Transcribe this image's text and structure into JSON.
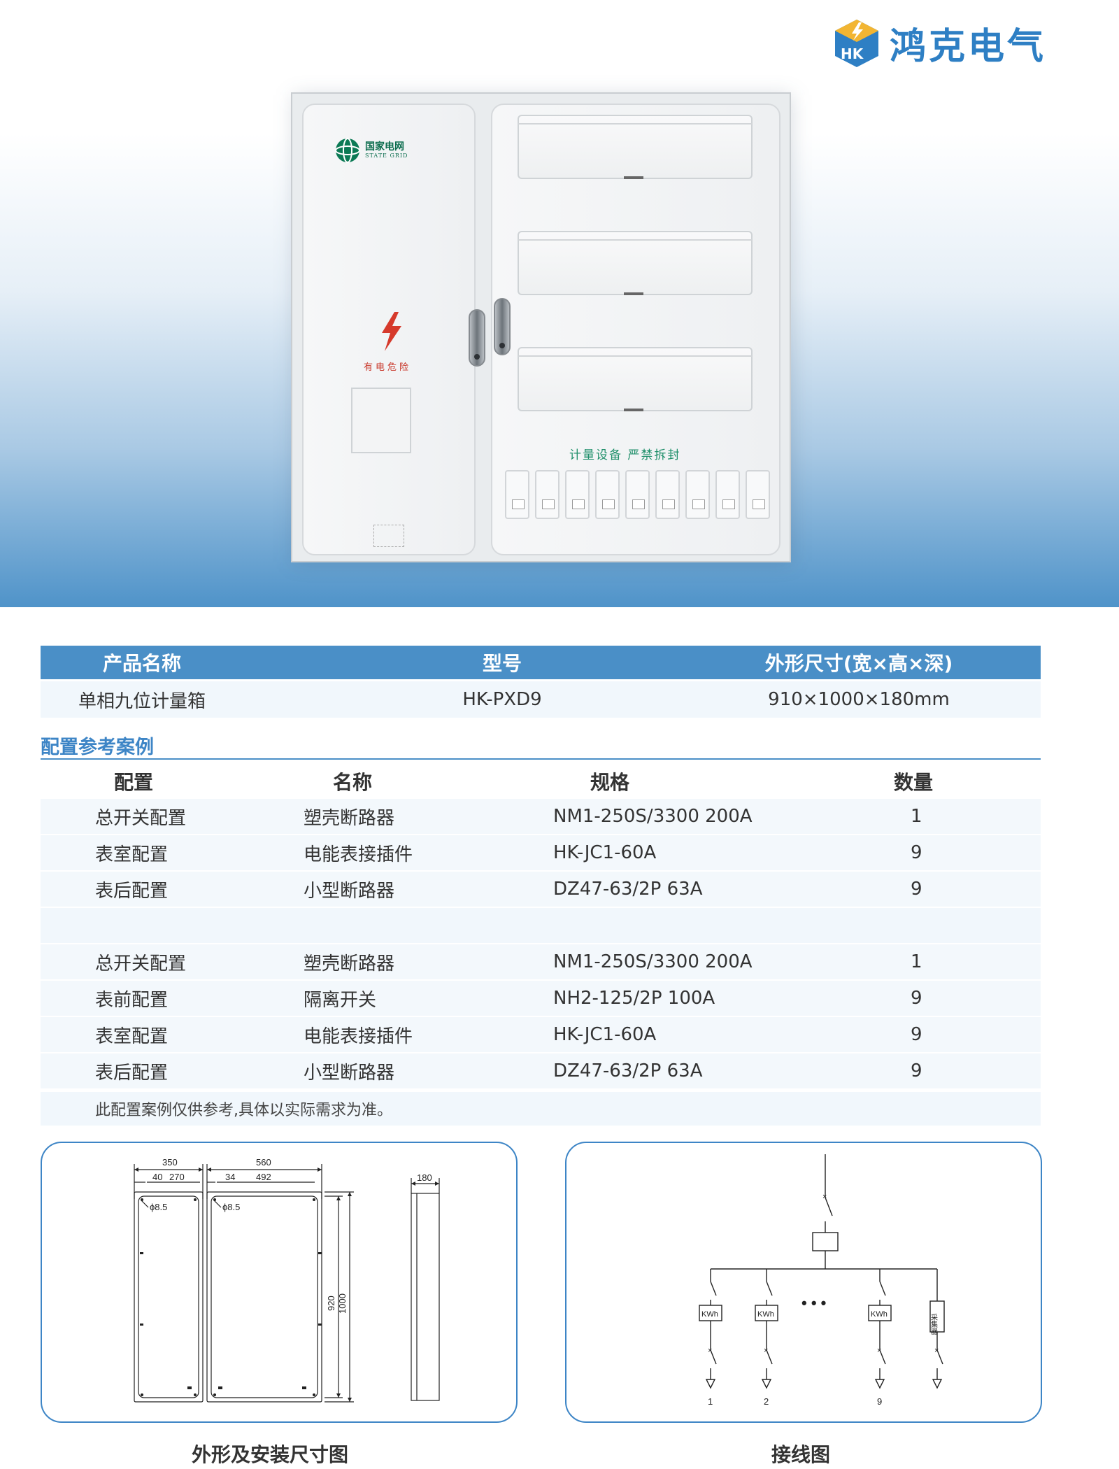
{
  "brand": {
    "name": "鸿克电气",
    "logo_letters": "HK",
    "color": "#2e7fc4"
  },
  "cabinet_labels": {
    "grid_cn": "国家电网",
    "grid_en": "STATE GRID",
    "danger": "有电危险",
    "seal": "计量设备 严禁拆封"
  },
  "product_table": {
    "headers": [
      "产品名称",
      "型号",
      "外形尺寸(宽×高×深)"
    ],
    "row": [
      "单相九位计量箱",
      "HK-PXD9",
      "910×1000×180mm"
    ]
  },
  "config": {
    "title": "配置参考案例",
    "headers": [
      "配置",
      "名称",
      "规格",
      "数量"
    ],
    "rows": [
      [
        "总开关配置",
        "塑壳断路器",
        "NM1-250S/3300 200A",
        "1"
      ],
      [
        "表室配置",
        "电能表接插件",
        "HK-JC1-60A",
        "9"
      ],
      [
        "表后配置",
        "小型断路器",
        "DZ47-63/2P 63A",
        "9"
      ],
      [
        "",
        "",
        "",
        ""
      ],
      [
        "总开关配置",
        "塑壳断路器",
        "NM1-250S/3300 200A",
        "1"
      ],
      [
        "表前配置",
        "隔离开关",
        "NH2-125/2P 100A",
        "9"
      ],
      [
        "表室配置",
        "电能表接插件",
        "HK-JC1-60A",
        "9"
      ],
      [
        "表后配置",
        "小型断路器",
        "DZ47-63/2P 63A",
        "9"
      ]
    ],
    "note": "此配置案例仅供参考,具体以实际需求为准。"
  },
  "dimension_drawing": {
    "caption": "外形及安装尺寸图",
    "labels": {
      "w_left": "350",
      "w_right": "560",
      "left_offset": "40",
      "left_inner": "270",
      "right_offset": "34",
      "right_inner": "492",
      "depth": "180",
      "hole_left": "ϕ8.5",
      "hole_right": "ϕ8.5",
      "h_inner": "920",
      "h_outer": "1000"
    }
  },
  "wiring_diagram": {
    "caption": "接线图",
    "meter_label": "KWh",
    "collector_label": "采集器",
    "branch_numbers": [
      "1",
      "2",
      "9"
    ],
    "ellipsis": "• • •"
  }
}
